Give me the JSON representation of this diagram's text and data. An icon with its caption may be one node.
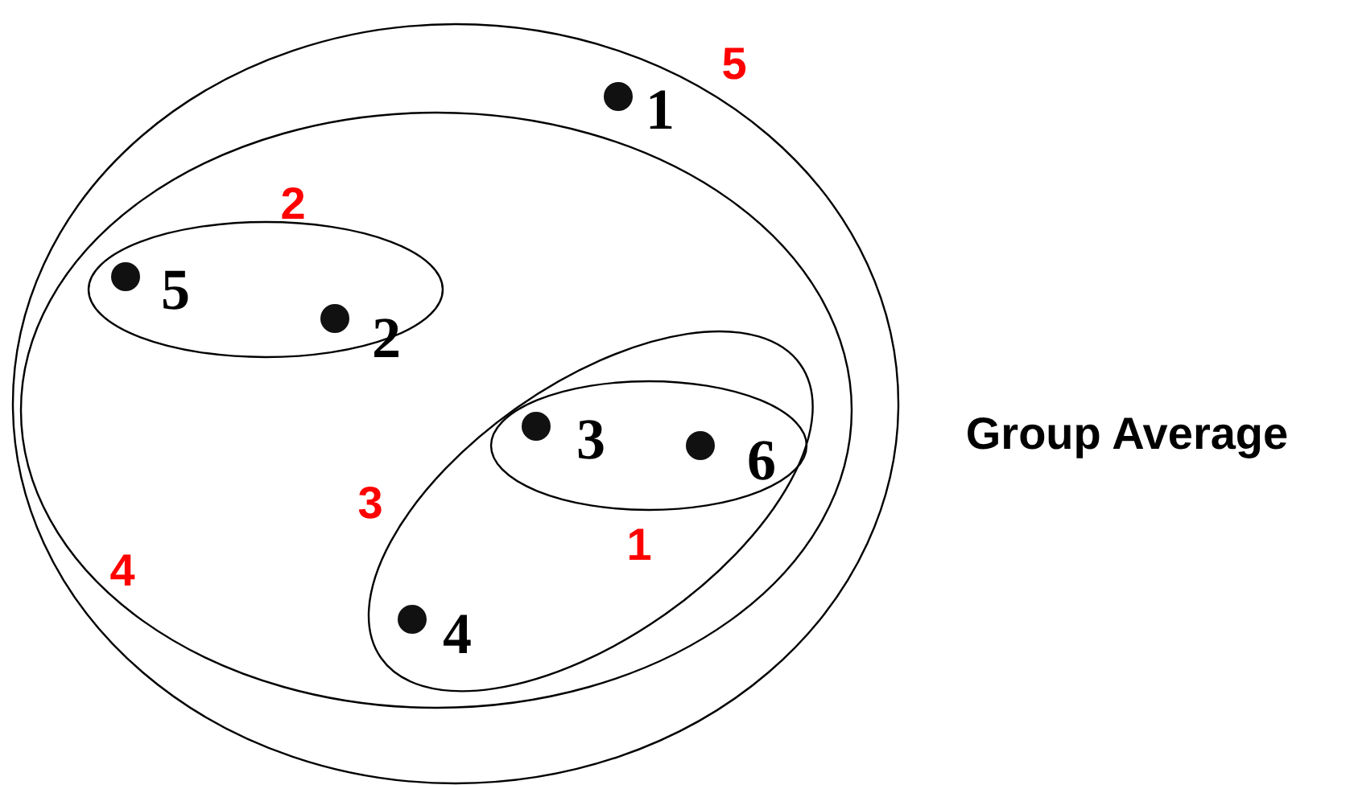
{
  "diagram": {
    "nodes": [
      {
        "text": [
          "5"
        ]
      },
      {
        "text": [],
        "shape": "circle",
        "beside": [
          "1"
        ],
        "in": 0
      },
      {
        "text": [
          "4"
        ],
        "in": 0
      },
      {
        "text": [
          "2"
        ],
        "in": 2
      },
      {
        "text": [],
        "shape": "circle",
        "beside": [
          "5"
        ],
        "in": 3
      },
      {
        "text": [],
        "shape": "circle",
        "beside": [
          "2"
        ],
        "in": 3
      },
      {
        "text": [
          "3"
        ],
        "in": 2
      },
      {
        "text": [
          "1"
        ],
        "in": 6
      },
      {
        "text": [],
        "shape": "circle",
        "beside": [
          "3"
        ],
        "in": 7
      },
      {
        "text": [],
        "shape": "circle",
        "beside": [
          "6"
        ],
        "in": 7
      },
      {
        "text": [],
        "shape": "circle",
        "beside": [
          "4"
        ],
        "in": 6
      }
    ],
    "edges": [],
    "labels": [
      "Group Average"
    ]
  }
}
